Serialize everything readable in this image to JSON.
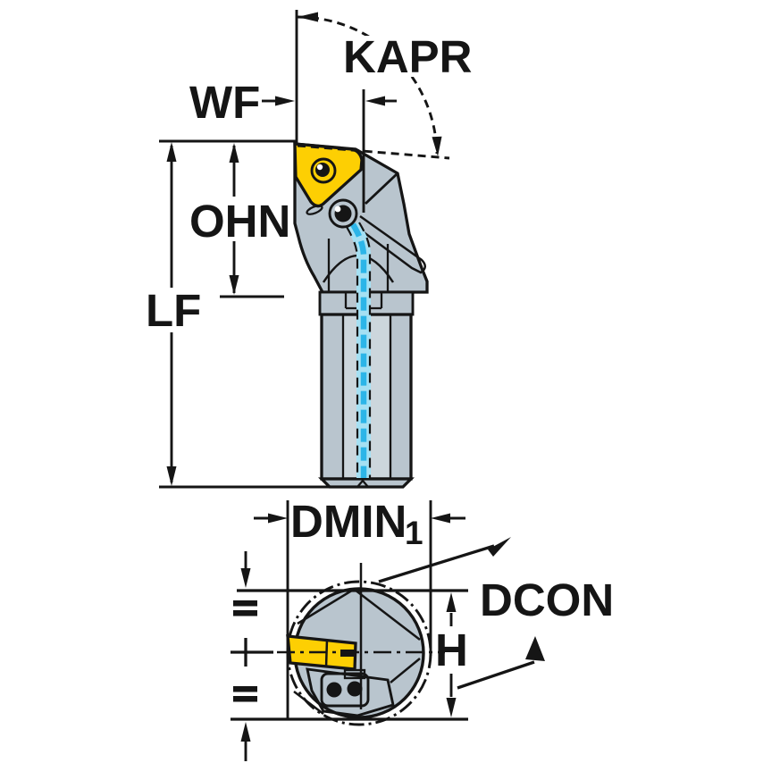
{
  "diagram": {
    "type": "tool-dimension-drawing",
    "background": "#ffffff",
    "labels": {
      "kapr": "KAPR",
      "wf": "WF",
      "ohn": "OHN",
      "lf": "LF",
      "dmin": "DMIN",
      "dmin_subscript": "1",
      "dcon": "DCON",
      "h": "H"
    },
    "colors": {
      "body": "#b9c5ce",
      "body_light": "#ccd6dc",
      "insert": "#fdcf03",
      "coolant": "#2cb5e8",
      "coolant_light": "#a5e0f3",
      "line": "#151515"
    }
  }
}
